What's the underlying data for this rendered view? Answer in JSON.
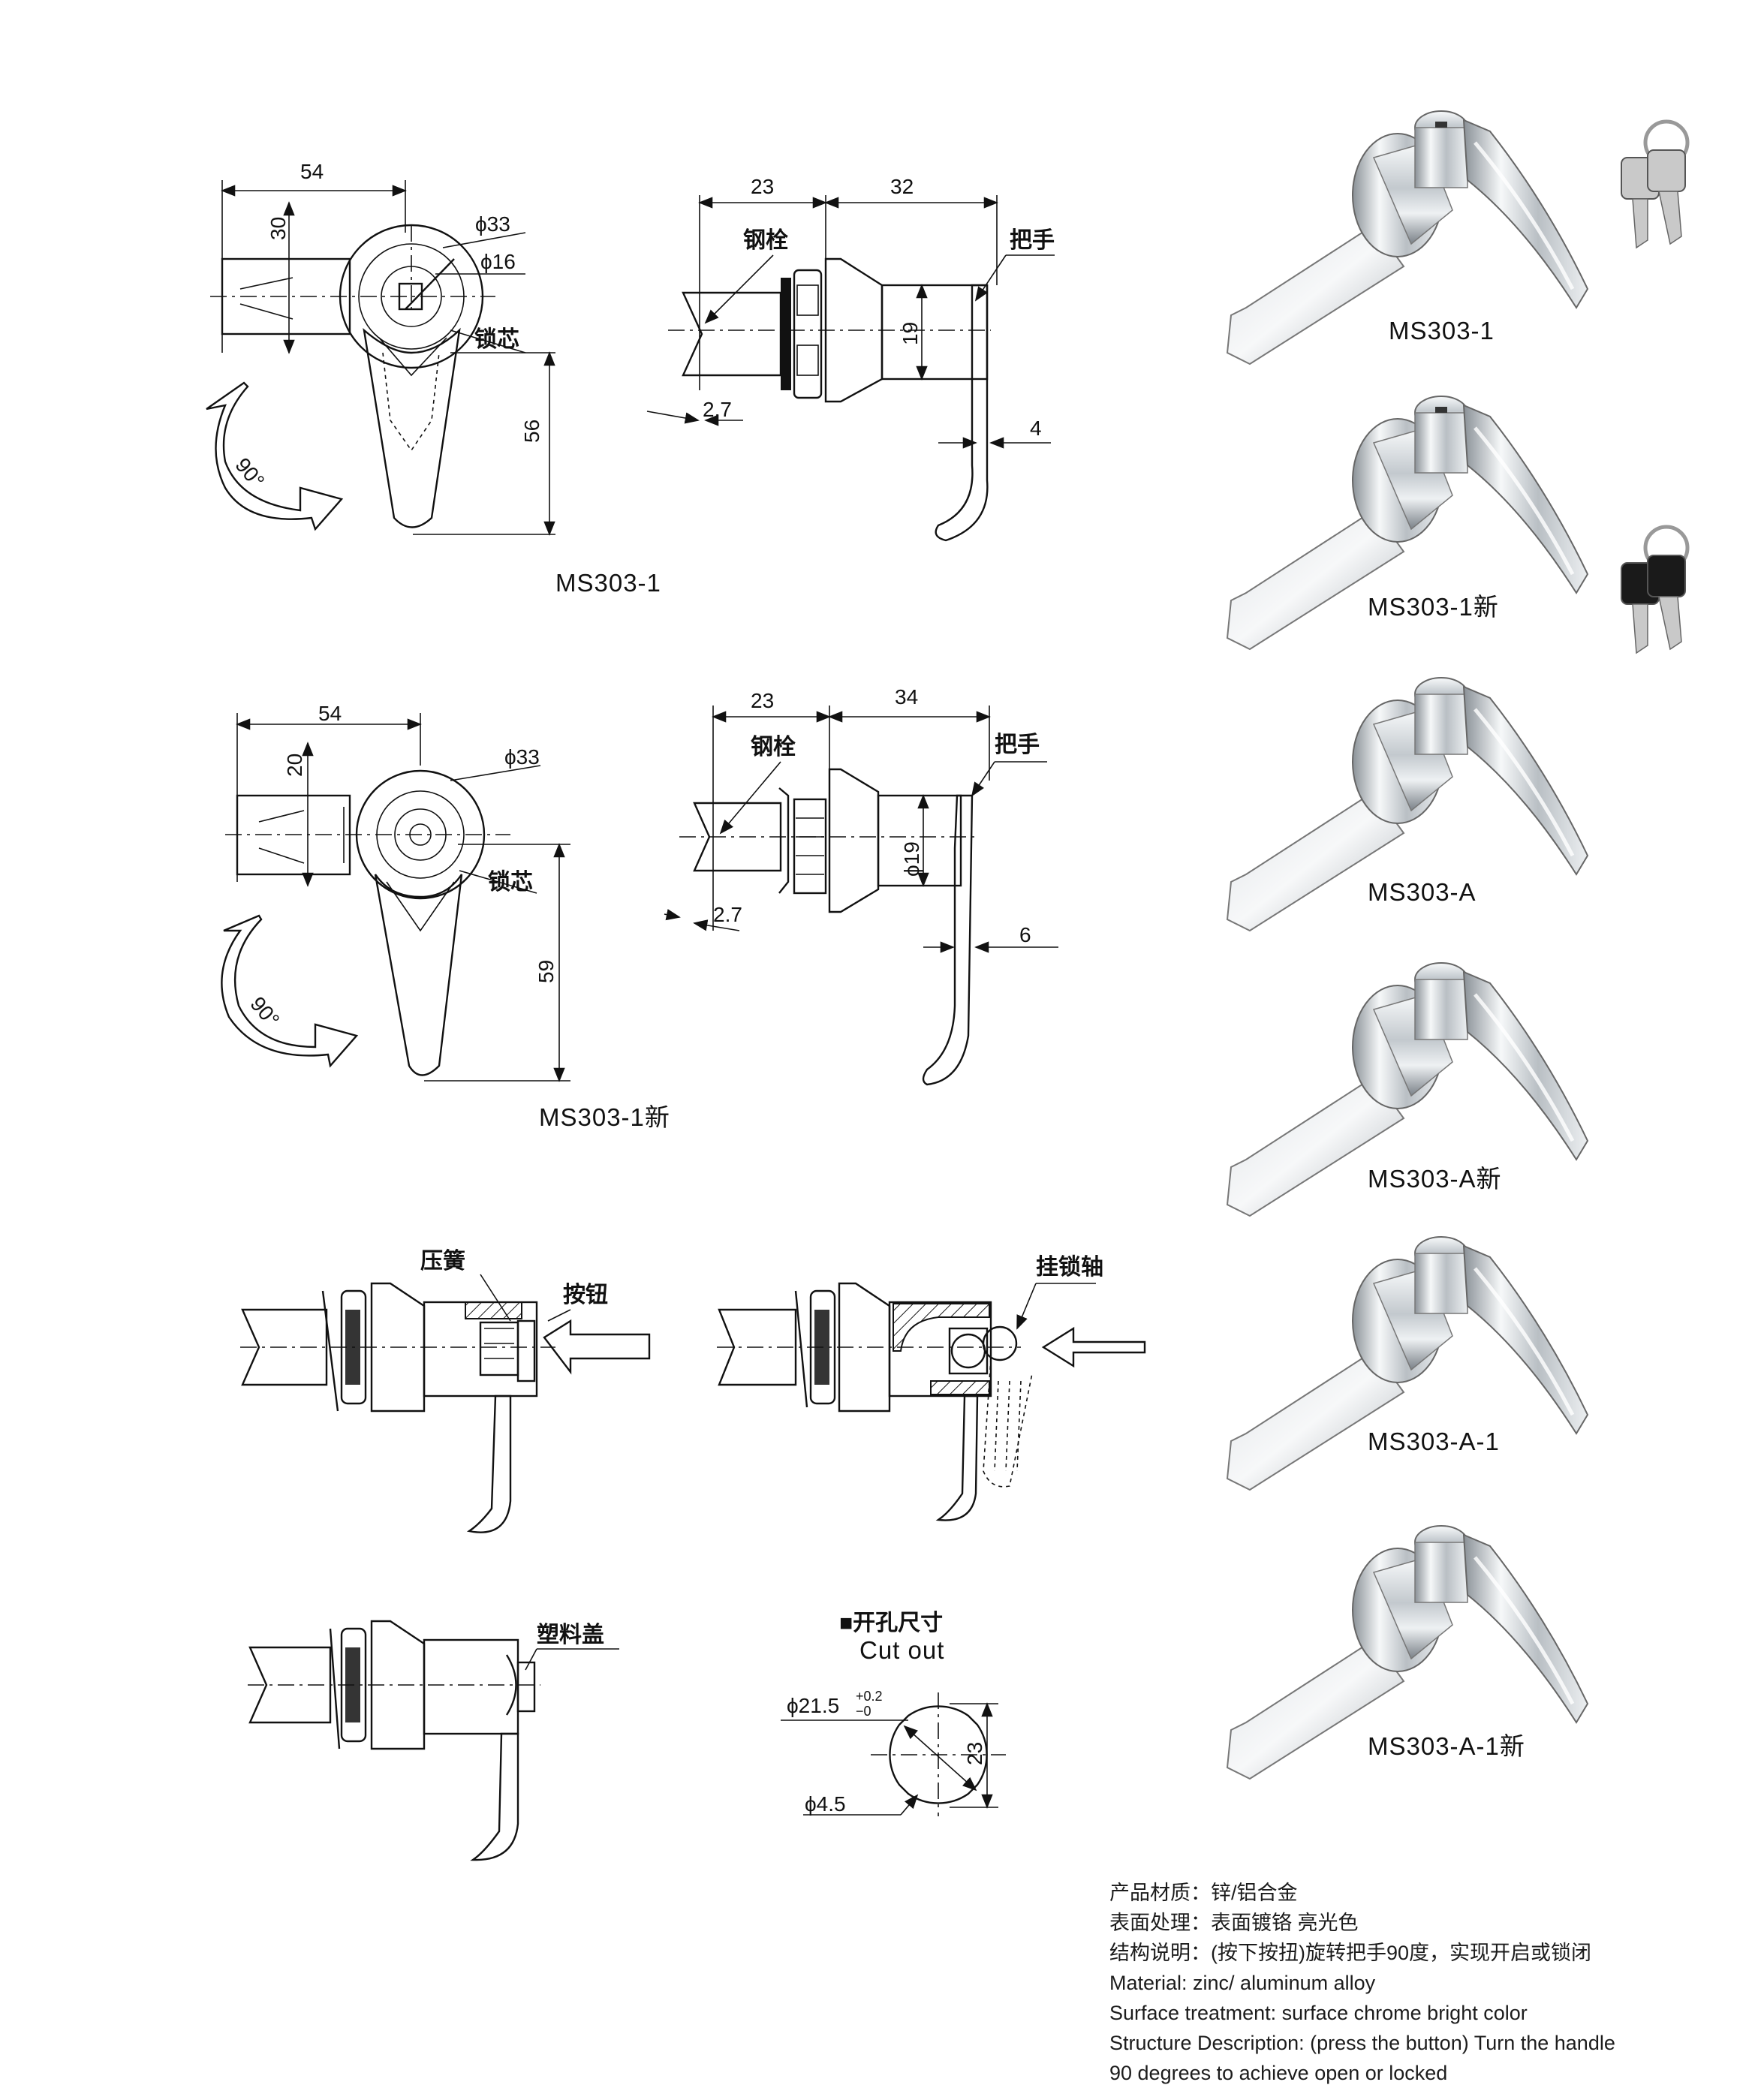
{
  "drawing1": {
    "dims": {
      "w54": "54",
      "h30": "30",
      "phi33": "ϕ33",
      "phi16": "ϕ16",
      "h56": "56",
      "angle": "90°"
    },
    "labels": {
      "core": "锁芯"
    },
    "model": "MS303-1"
  },
  "drawing1_side": {
    "dims": {
      "w23": "23",
      "w32": "32",
      "h19": "19",
      "t27": "2.7",
      "t4": "4"
    },
    "labels": {
      "bolt": "钢栓",
      "handle": "把手"
    }
  },
  "drawing2": {
    "dims": {
      "w54": "54",
      "h20": "20",
      "phi33": "ϕ33",
      "h59": "59",
      "angle": "90°"
    },
    "labels": {
      "core": "锁芯"
    },
    "model": "MS303-1新"
  },
  "drawing2_side": {
    "dims": {
      "w23": "23",
      "w34": "34",
      "phi19": "ϕ19",
      "t27": "2.7",
      "t6": "6"
    },
    "labels": {
      "bolt": "钢栓",
      "handle": "把手"
    }
  },
  "section_button": {
    "labels": {
      "spring": "压簧",
      "button": "按钮"
    }
  },
  "section_padlock": {
    "labels": {
      "shaft": "挂锁轴"
    }
  },
  "section_cover": {
    "labels": {
      "cover": "塑料盖"
    }
  },
  "cutout": {
    "title_cn": "■开孔尺寸",
    "title_en": "Cut out",
    "dims": {
      "phi215": "ϕ21.5",
      "tol_plus": "+0.2",
      "tol_minus": "−0",
      "h23": "23",
      "phi45": "ϕ4.5"
    }
  },
  "photos": [
    {
      "model": "MS303-1",
      "has_key": true,
      "key_color": "#c9c9c9"
    },
    {
      "model": "MS303-1新",
      "has_key": true,
      "key_color": "#1a1a1a"
    },
    {
      "model": "MS303-A",
      "has_key": false
    },
    {
      "model": "MS303-A新",
      "has_key": false
    },
    {
      "model": "MS303-A-1",
      "has_key": false
    },
    {
      "model": "MS303-A-1新",
      "has_key": false
    }
  ],
  "specs": [
    "产品材质：锌/铝合金",
    "表面处理：表面镀铬 亮光色",
    "结构说明：(按下按扭)旋转把手90度，实现开启或锁闭",
    "Material: zinc/ aluminum alloy",
    "Surface treatment: surface chrome bright color",
    "Structure Description: (press the button) Turn the handle",
    "90 degrees to achieve open or locked"
  ],
  "colors": {
    "ink": "#111111",
    "chrome_light": "#f4f6f8",
    "chrome_mid": "#b8bec4",
    "chrome_dark": "#6e757c"
  }
}
